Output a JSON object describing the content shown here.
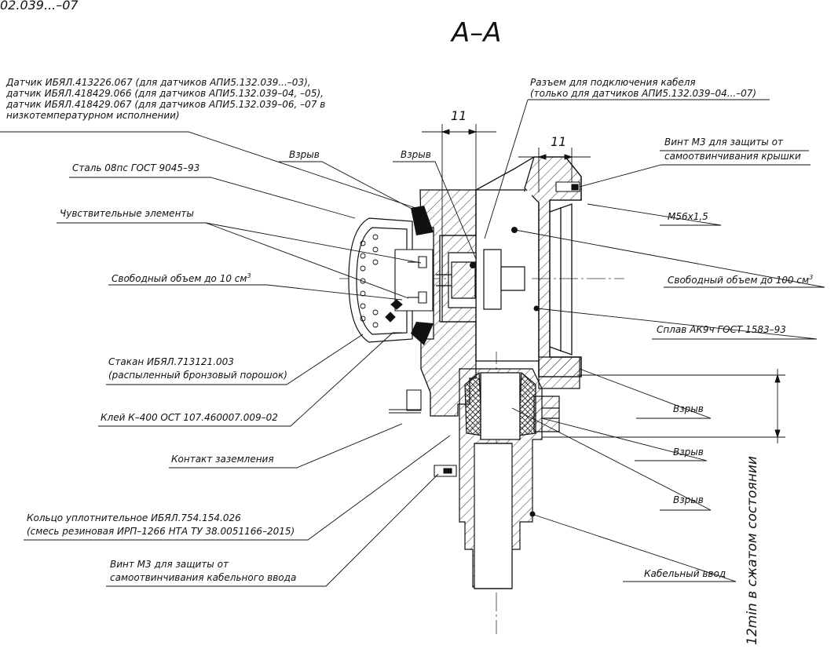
{
  "corner_text": "02.039...–07",
  "section_title": "А–А",
  "dimensions": {
    "dim_left": "11",
    "dim_right": "11"
  },
  "vertical_note": "12min в сжатом состоянии",
  "labels": {
    "sensor_1": "Датчик ИБЯЛ.413226.067 (для датчиков АПИ5.132.039...–03),",
    "sensor_2": "датчик ИБЯЛ.418429.066 (для датчиков АПИ5.132.039–04, –05),",
    "sensor_3": "датчик ИБЯЛ.418429.067 (для датчиков АПИ5.132.039–06, –07 в",
    "sensor_4": "низкотемпературном исполнении)",
    "connector_1": "Разъем для подключения кабеля",
    "connector_2": "(только для датчиков АПИ5.132.039–04...–07)",
    "explosion_top_left": "Взрыв",
    "explosion_top_mid": "Взрыв",
    "steel": "Сталь 08пс ГОСТ 9045–93",
    "screw_cover_1": "Винт М3 для защиты от",
    "screw_cover_2": "самоотвинчивания крышки",
    "sensitive": "Чувствительные элементы",
    "thread": "М56х1,5",
    "free_vol_small": "Свободный объем до 10 см",
    "free_vol_small_sup": "3",
    "free_vol_big": "Свободный объем до 100 см",
    "free_vol_big_sup": "3",
    "alloy": "Сплав АК9ч ГОСТ 1583–93",
    "cup_1": "Стакан ИБЯЛ.713121.003",
    "cup_2": "(распыленный бронзовый порошок)",
    "explosion_r1": "Взрыв",
    "glue": "Клей К–400 ОСТ 107.460007.009–02",
    "ground": "Контакт заземления",
    "explosion_r2": "Взрыв",
    "explosion_r3": "Взрыв",
    "ring_1": "Кольцо уплотнительное ИБЯЛ.754.154.026",
    "ring_2": "(смесь резиновая ИРП–1266 НТА ТУ 38.0051166–2015)",
    "screw_entry_1": "Винт М3 для защиты от",
    "screw_entry_2": "самоотвинчивания кабельного ввода",
    "cable_entry": "Кабельный ввод"
  }
}
